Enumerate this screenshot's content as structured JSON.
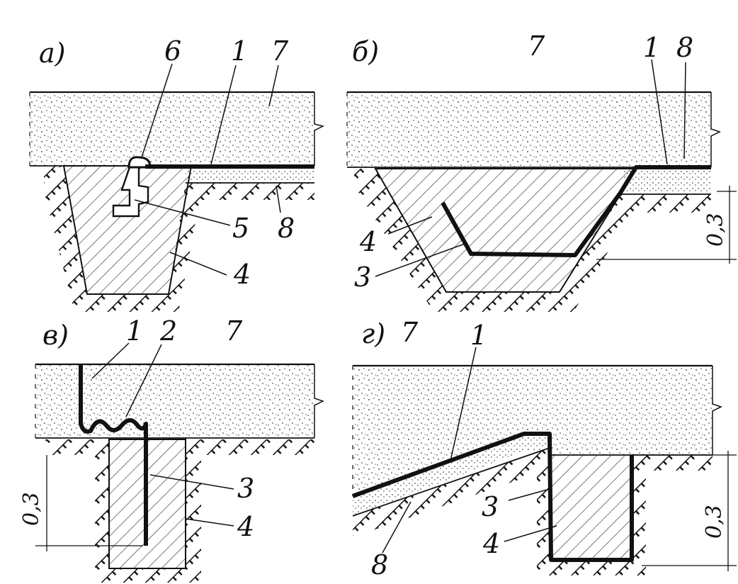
{
  "panels": [
    {
      "id": "a",
      "letter": "a)",
      "callouts": [
        "6",
        "1",
        "7",
        "5",
        "8",
        "4"
      ]
    },
    {
      "id": "b",
      "letter": "б)",
      "callouts": [
        "7",
        "1",
        "8",
        "4",
        "3"
      ],
      "dimension": "0,3"
    },
    {
      "id": "v",
      "letter": "в)",
      "callouts": [
        "1",
        "2",
        "7",
        "3",
        "4"
      ],
      "dimension": "0,3"
    },
    {
      "id": "g",
      "letter": "г)",
      "callouts": [
        "7",
        "1",
        "3",
        "4",
        "8"
      ],
      "dimension": "0,3"
    }
  ]
}
